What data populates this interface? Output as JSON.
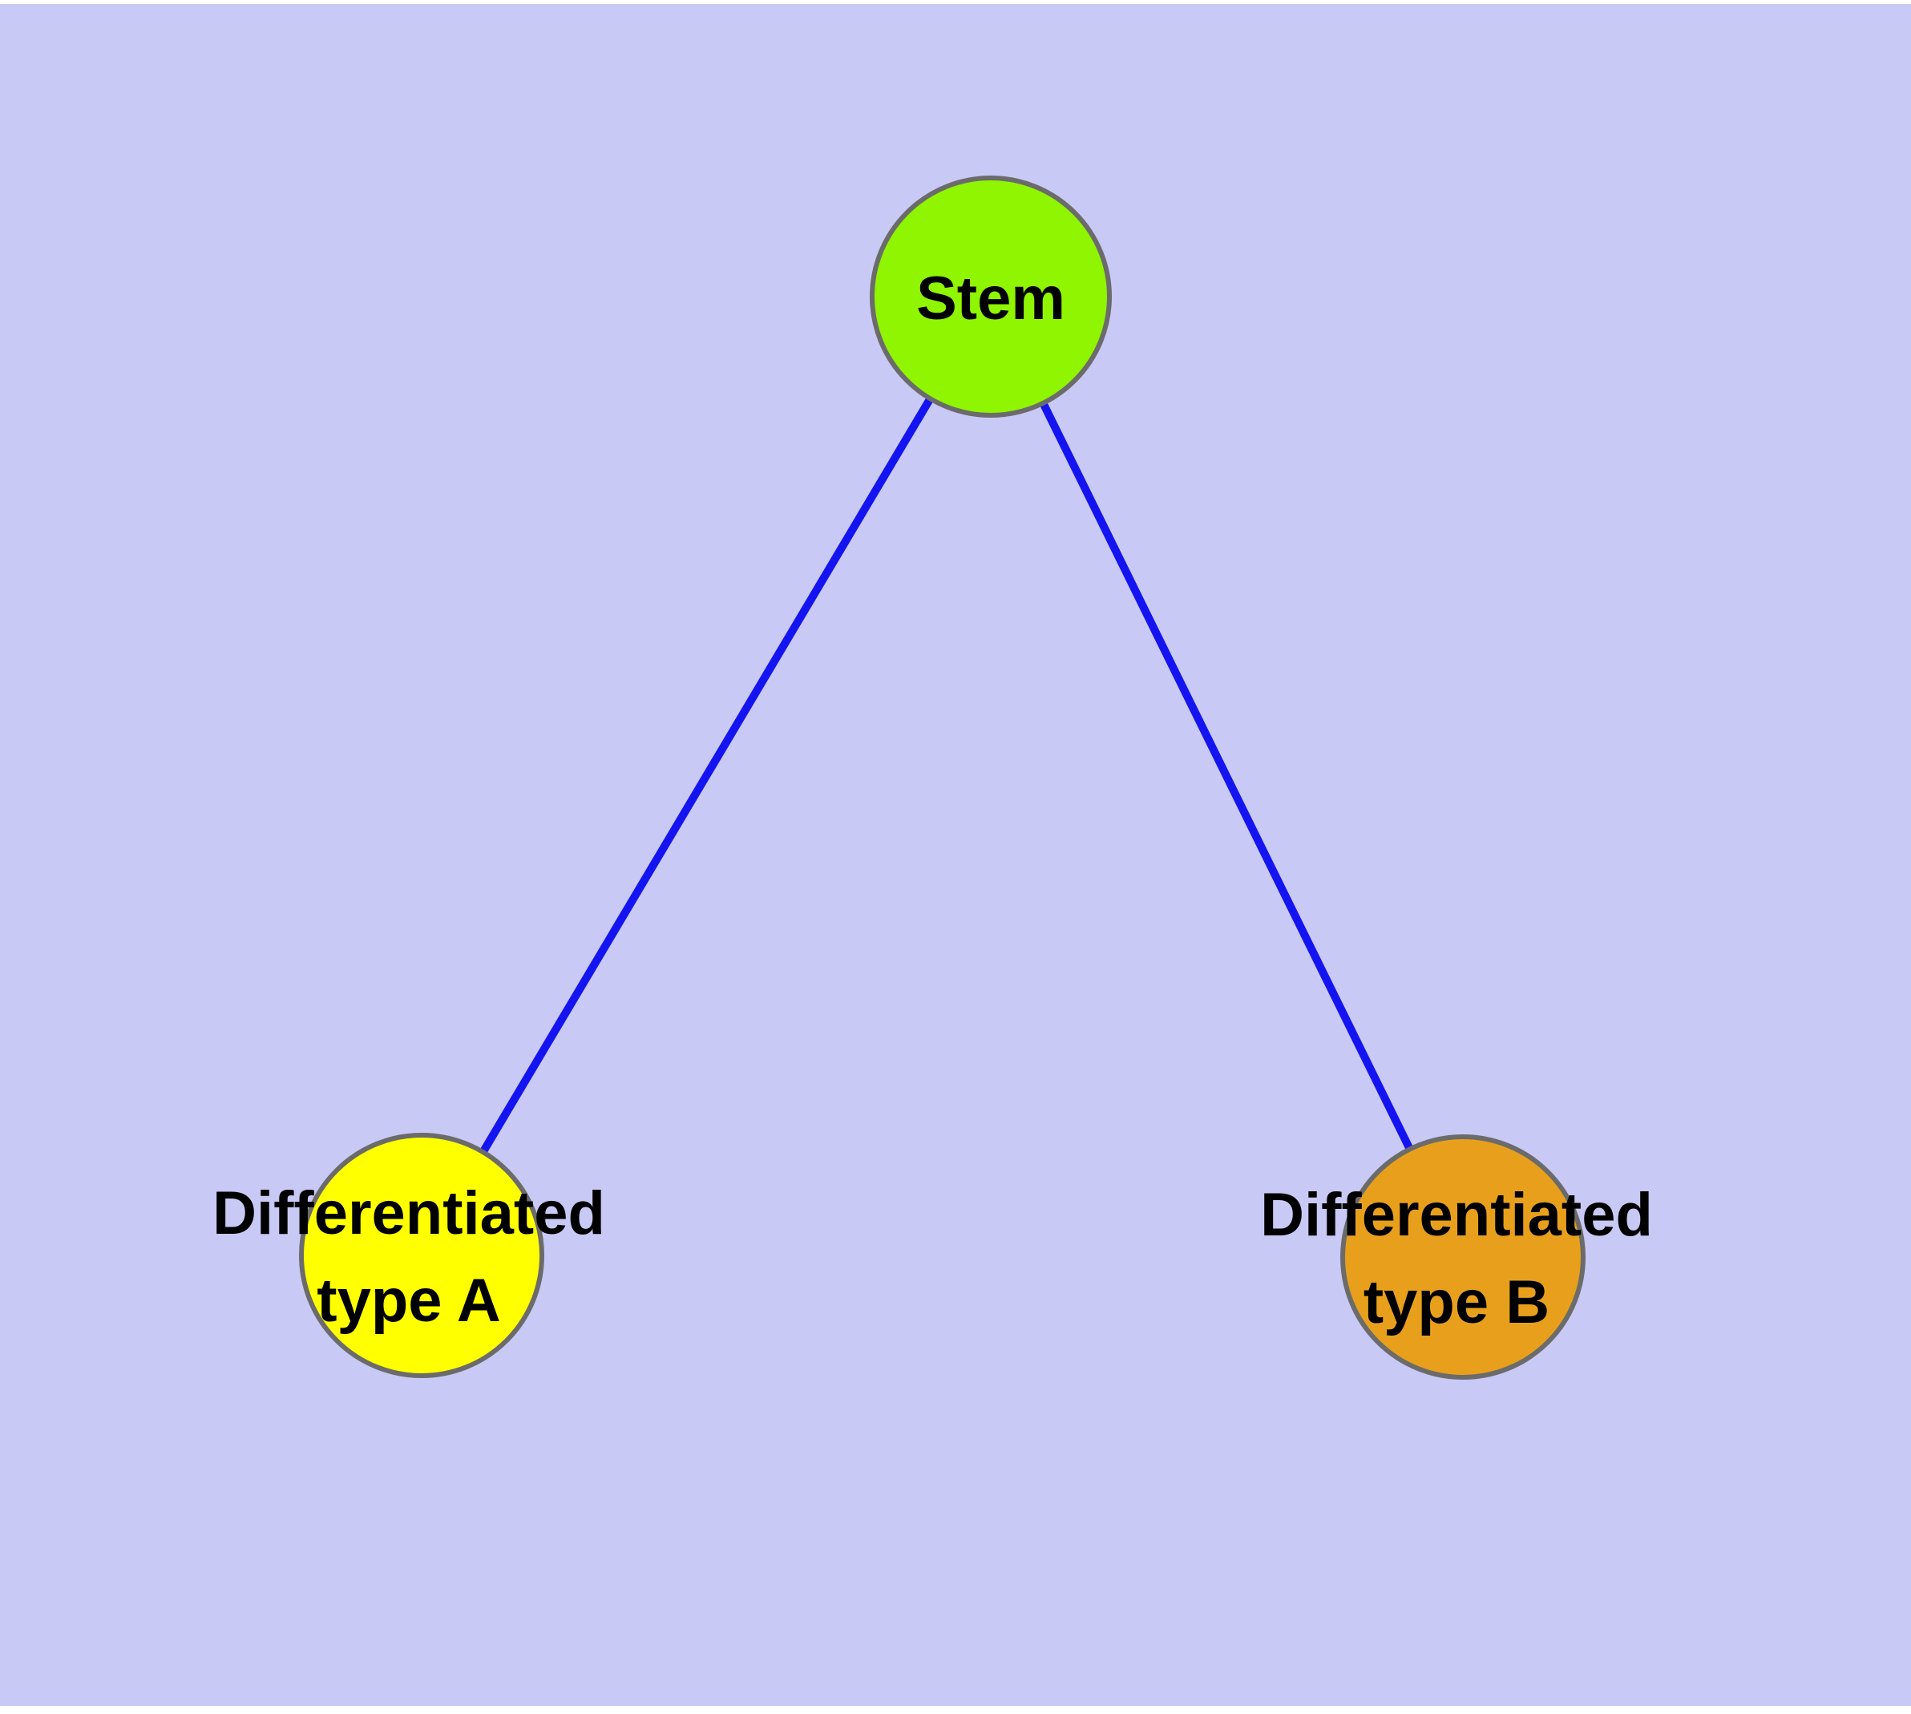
{
  "diagram": {
    "title": "stem-cell-differentiation-graph",
    "page_margin_color": "#ffffff",
    "background_color": "#c9c9f6",
    "edge_color": "#1414f0",
    "node_border_color": "#6b6b6b",
    "label_color": "#000000",
    "nodes": [
      {
        "id": "stem",
        "fill": "#8ff500",
        "label_lines": [
          "Stem"
        ]
      },
      {
        "id": "diff-a",
        "fill": "#ffff00",
        "label_lines": [
          "Differentiated",
          "type A"
        ]
      },
      {
        "id": "diff-b",
        "fill": "#e8a01c",
        "label_lines": [
          "Differentiated",
          "type B"
        ]
      }
    ],
    "edges": [
      {
        "from": "stem",
        "to": "diff-a"
      },
      {
        "from": "stem",
        "to": "diff-b"
      }
    ]
  }
}
